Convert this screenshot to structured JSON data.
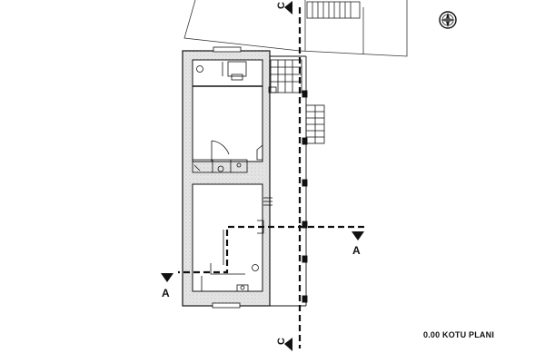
{
  "plan": {
    "title": "0.00 KOTU PLANI",
    "section_a_label": "A",
    "section_c_label": "C"
  },
  "colors": {
    "line": "#111111",
    "wall_hatch": "#e4e4e4",
    "background": "#ffffff"
  },
  "icons": {
    "north_arrow": "compass-rose-icon",
    "section_marker": "triangle-marker-icon"
  }
}
